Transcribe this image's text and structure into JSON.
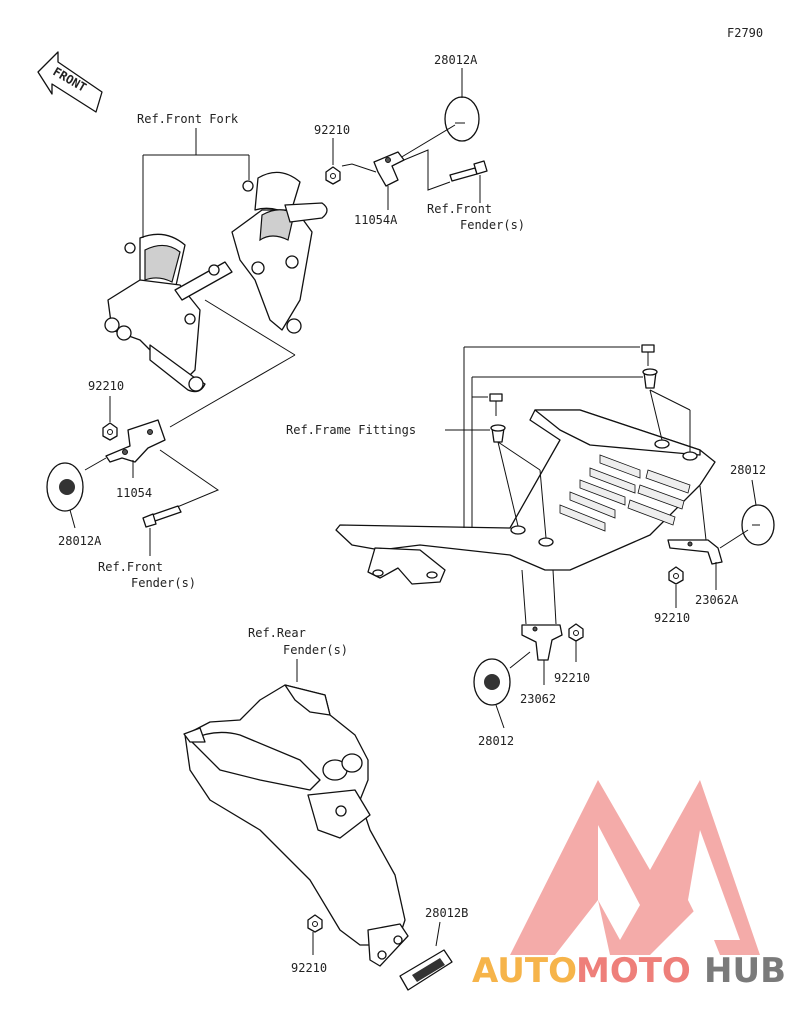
{
  "figure_code": "F2790",
  "front_arrow": "FRONT",
  "labels": {
    "ref_front_fork": "Ref.Front Fork",
    "ref_frame_fittings": "Ref.Frame Fittings",
    "ref_rear_fender_1": "Ref.Rear",
    "ref_rear_fender_2": "Fender(s)",
    "ref_front_fender_right_1": "Ref.Front",
    "ref_front_fender_right_2": "Fender(s)",
    "ref_front_fender_left_1": "Ref.Front",
    "ref_front_fender_left_2": "Fender(s)"
  },
  "parts": {
    "p28012A_top": "28012A",
    "p92210_top": "92210",
    "p11054A": "11054A",
    "p92210_left": "92210",
    "p11054": "11054",
    "p28012A_left": "28012A",
    "p28012_right": "28012",
    "p23062A": "23062A",
    "p92210_right": "92210",
    "p92210_mid": "92210",
    "p23062": "23062",
    "p28012_mid": "28012",
    "p28012B": "28012B",
    "p92210_bottom": "92210"
  },
  "watermark": {
    "part1": "AUTO",
    "part2": "MOTO",
    "part3": "HUB",
    "color_orange": "#f6b44a",
    "color_red": "#ee7f7a",
    "color_gray": "#7a7a7a"
  }
}
